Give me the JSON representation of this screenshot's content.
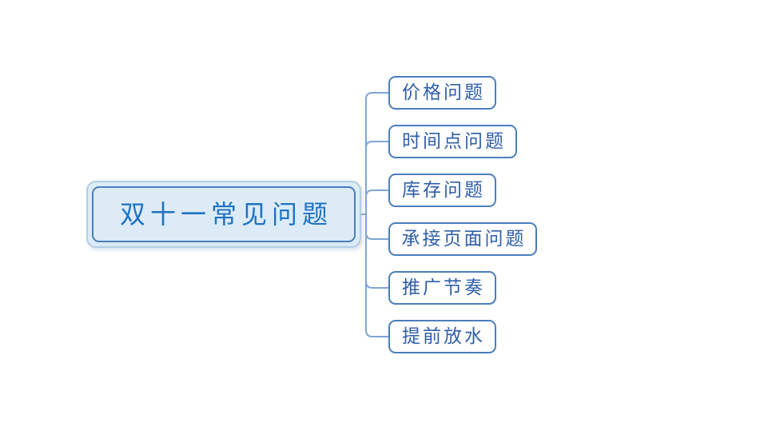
{
  "mindmap": {
    "root": {
      "label": "双十一常见问题"
    },
    "children": [
      {
        "label": "价格问题"
      },
      {
        "label": "时间点问题"
      },
      {
        "label": "库存问题"
      },
      {
        "label": "承接页面问题"
      },
      {
        "label": "推广节奏"
      },
      {
        "label": "提前放水"
      }
    ],
    "colors": {
      "background": "#ffffff",
      "root_fill": "#dcebf6",
      "root_outer_border": "#b3cde4",
      "root_inner_border": "#4a7ebb",
      "root_text": "#1f72c4",
      "child_fill": "#ffffff",
      "child_border": "#4a7ebb",
      "child_text": "#2f5fa8",
      "connector": "#7ea6d4"
    }
  }
}
